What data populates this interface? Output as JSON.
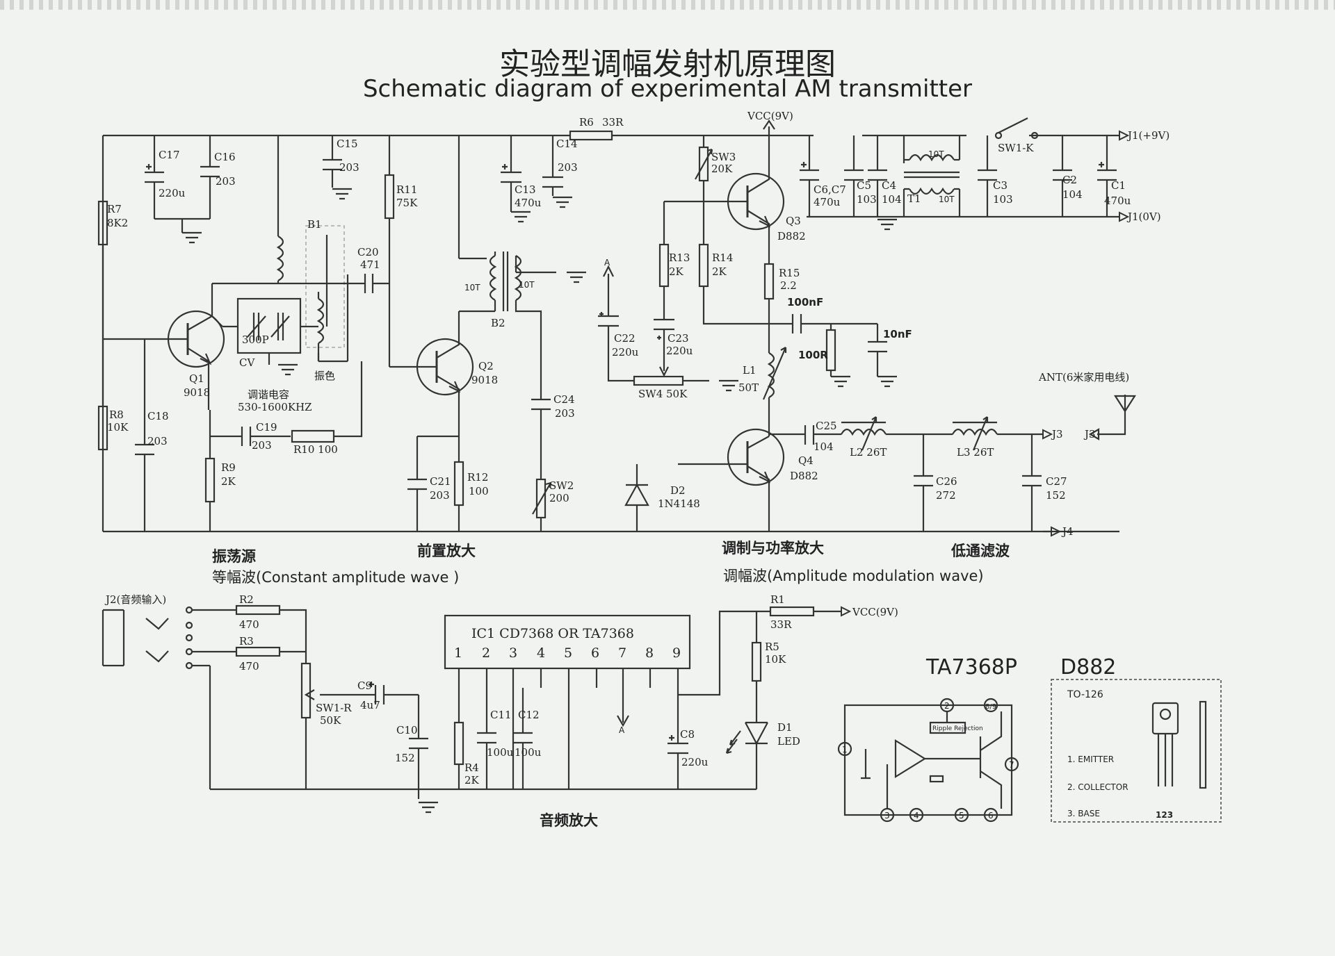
{
  "title_cn": "实验型调幅发射机原理图",
  "title_en": "Schematic diagram of experimental AM transmitter",
  "sections": {
    "osc": "振荡源",
    "osc_wave": "等幅波(Constant amplitude wave )",
    "preamp": "前置放大",
    "mod": "调制与功率放大",
    "mod_wave": "调幅波(Amplitude modulation wave)",
    "lpf": "低通滤波",
    "audio": "音频放大"
  },
  "labels": {
    "vcc": "VCC(9V)",
    "vcc2": "VCC(9V)",
    "j1p": "J1(+9V)",
    "j1n": "J1(0V)",
    "sw1k": "SW1-K",
    "t1_top": "10T",
    "t1": "T1",
    "t1_right": "10T",
    "r6": "R6",
    "r6v": "33R",
    "c17": "C17",
    "c17v": "220u",
    "c16": "C16",
    "c16v": "203",
    "c15": "C15",
    "c15v": "203",
    "c14": "C14",
    "c14v": "203",
    "c13": "C13",
    "c13v": "470u",
    "r7": "R7",
    "r7v": "8K2",
    "r11": "R11",
    "r11v": "75K",
    "b1": "B1",
    "c20": "C20",
    "c20v": "471",
    "cv300": "300P",
    "cv": "CV",
    "osc_color": "振色",
    "tune_cap": "调谐电容",
    "tune_range": "530-1600KHZ",
    "q1": "Q1",
    "q1v": "9018",
    "q2": "Q2",
    "q2v": "9018",
    "r8": "R8",
    "r8v": "10K",
    "c18": "C18",
    "c18v": "203",
    "r9": "R9",
    "r9v": "2K",
    "c19": "C19",
    "c19v": "203",
    "r10": "R10 100",
    "b2": "B2",
    "b2a": "10T",
    "b2b": "10T",
    "c21": "C21",
    "c21v": "203",
    "r12": "R12",
    "r12v": "100",
    "c24": "C24",
    "c24v": "203",
    "sw2": "SW2",
    "sw2v": "200",
    "sw3": "SW3",
    "sw3v": "20K",
    "q3": "Q3",
    "q3v": "D882",
    "r13": "R13",
    "r13v": "2K",
    "r14": "R14",
    "r14v": "2K",
    "r15": "R15",
    "r15v": "2.2",
    "c22": "C22",
    "c22v": "220u",
    "c23": "C23",
    "c23v": "220u",
    "sw4": "SW4 50K",
    "ant_a": "A",
    "c67": "C6,C7",
    "c67v": "470u",
    "c5": "C5",
    "c5v": "103",
    "c4": "C4",
    "c4v": "104",
    "c3": "C3",
    "c3v": "103",
    "c2": "C2",
    "c2v": "104",
    "c1": "C1",
    "c1v": "470u",
    "n100nf": "100nF",
    "n10nf": "10nF",
    "n100r": "100R",
    "l1": "L1",
    "l1v": "50T",
    "d2": "D2",
    "d2v": "1N4148",
    "q4": "Q4",
    "q4v": "D882",
    "c25": "C25",
    "c25v": "104",
    "l2": "L2  26T",
    "l3": "L3  26T",
    "c26": "C26",
    "c26v": "272",
    "c27": "C27",
    "c27v": "152",
    "j3a": "J3",
    "j3b": "J3",
    "j4": "J4",
    "ant": "ANT(6米家用电线)",
    "j2": "J2(音频输入)",
    "r2": "R2",
    "r2v": "470",
    "r3": "R3",
    "r3v": "470",
    "sw1r": "SW1-R",
    "sw1rv": "50K",
    "c9": "C9",
    "c9v": "4u7",
    "c10": "C10",
    "c10v": "152",
    "r4": "R4",
    "r4v": "2K",
    "c11": "C11",
    "c11v": "100u",
    "c12": "C12",
    "c12v": "100u",
    "ic1": "IC1  CD7368    OR    TA7368",
    "ic_pins": [
      "1",
      "2",
      "3",
      "4",
      "5",
      "6",
      "7",
      "8",
      "9"
    ],
    "c8": "C8",
    "c8v": "220u",
    "r1": "R1",
    "r1v": "33R",
    "r5": "R5",
    "r5v": "10K",
    "d1": "D1",
    "d1v": "LED",
    "a_bottom": "A"
  },
  "ta7368p": {
    "title": "TA7368P",
    "ripple": "Ripple Rejection",
    "pins": [
      "1",
      "2",
      "3",
      "4",
      "5",
      "6",
      "7",
      "8/9"
    ]
  },
  "d882": {
    "title": "D882",
    "package": "TO-126",
    "pins": [
      "1. EMITTER",
      "2. COLLECTOR",
      "3. BASE"
    ],
    "order": "123"
  }
}
